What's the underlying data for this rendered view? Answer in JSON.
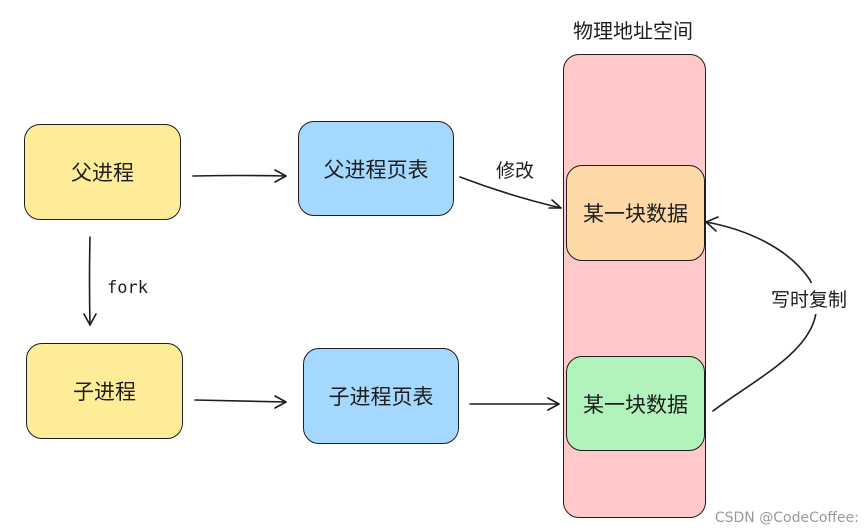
{
  "memory": {
    "title": "物理地址空间",
    "block_top": "某一块数据",
    "block_bottom": "某一块数据"
  },
  "parent": {
    "process": "父进程",
    "page_table": "父进程页表"
  },
  "child": {
    "process": "子进程",
    "page_table": "子进程页表"
  },
  "edges": {
    "fork": "fork",
    "modify": "修改",
    "copy_on_write": "写时复制"
  },
  "watermark": "CSDN @CodeCoffee:",
  "colors": {
    "process": "#ffec99",
    "page_table": "#a5d8ff",
    "memory": "#ffc9c9",
    "block_top": "#ffd8a8",
    "block_bottom": "#b2f2bb",
    "stroke": "#1e1e1e"
  }
}
